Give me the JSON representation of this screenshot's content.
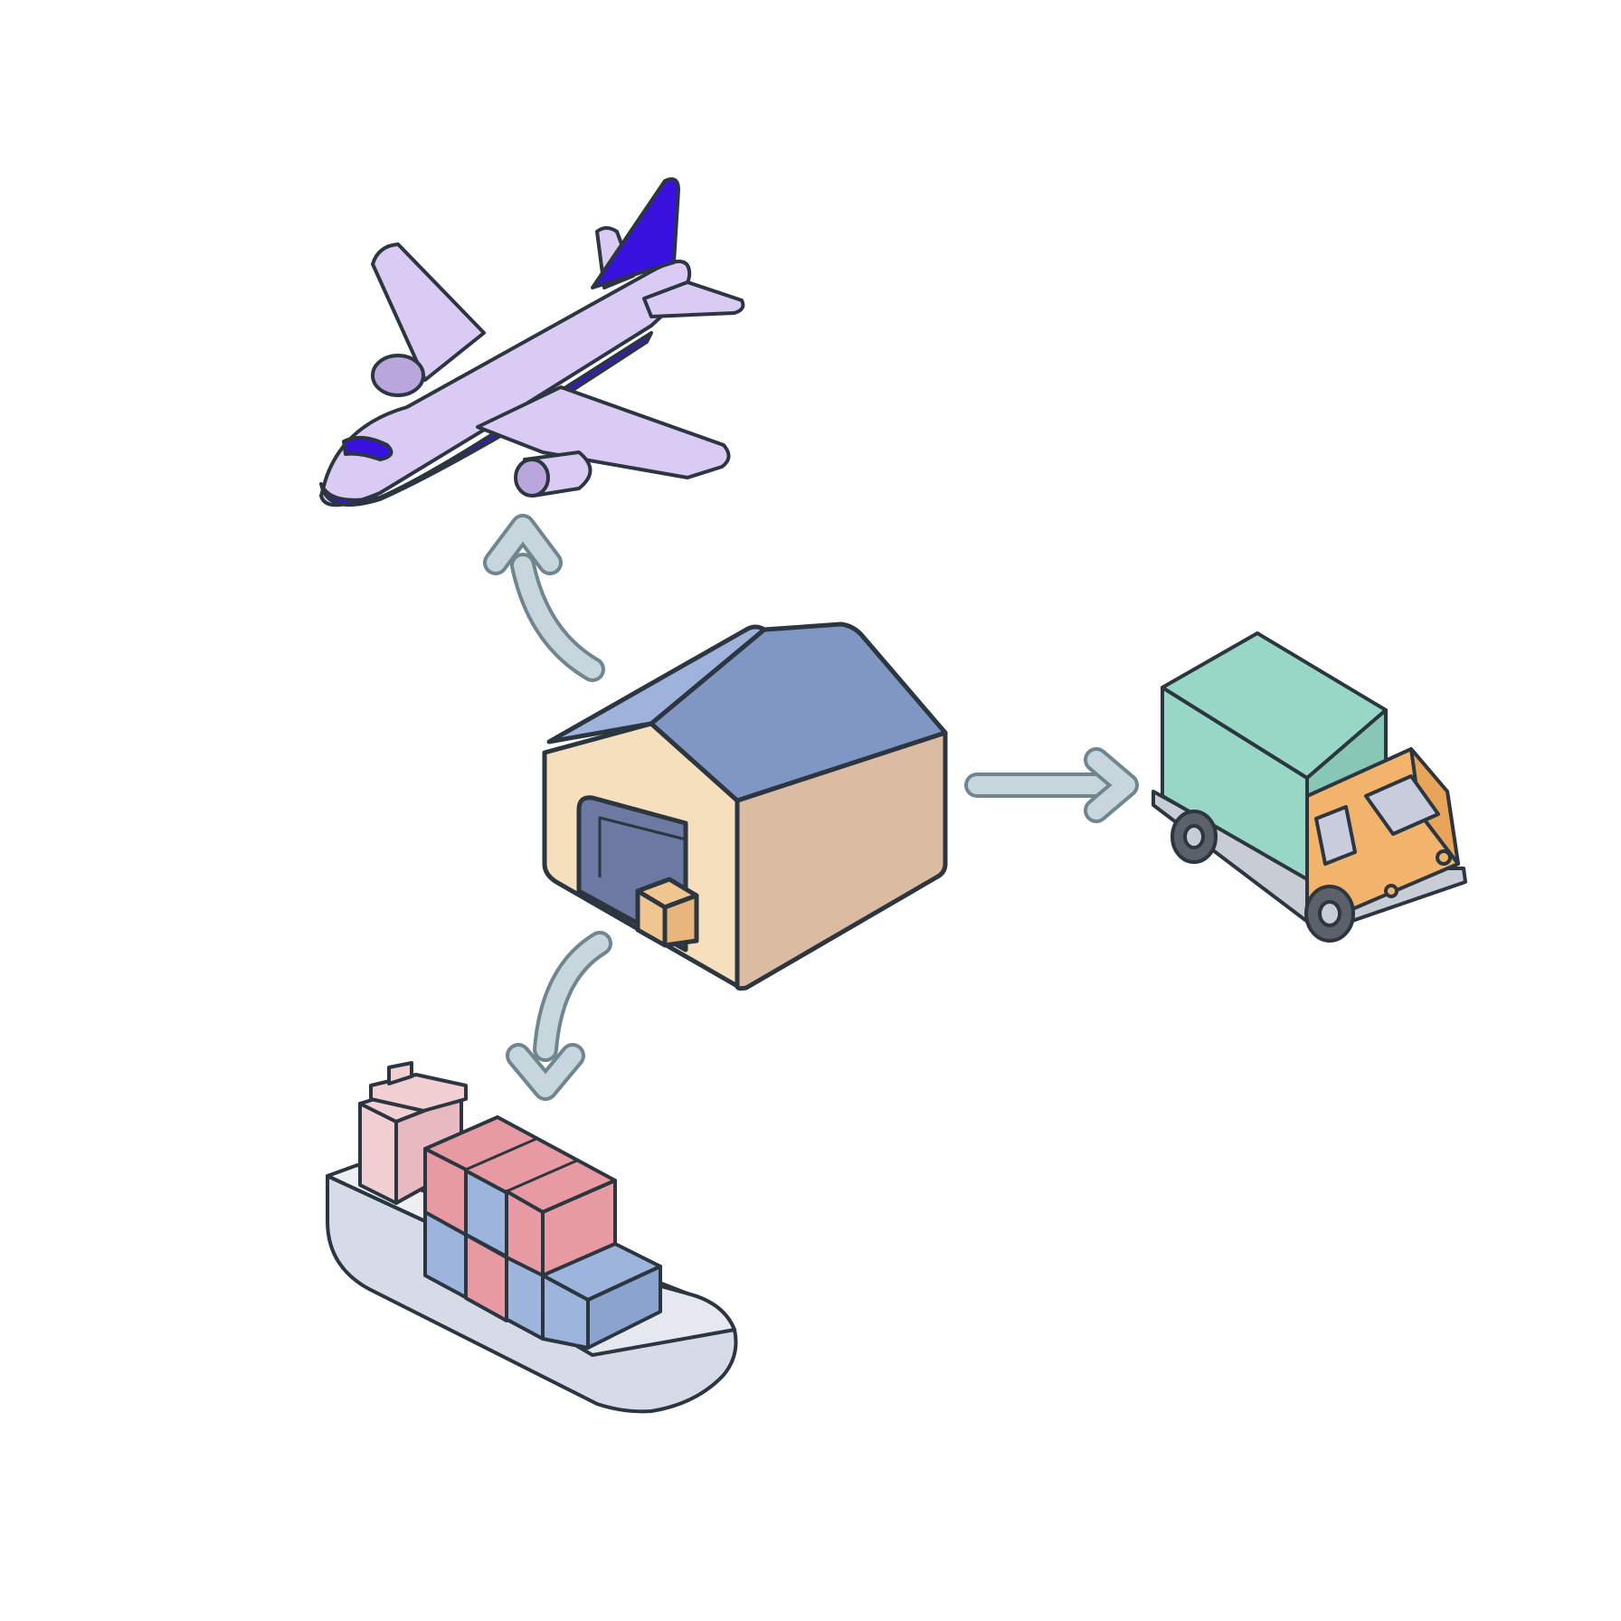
{
  "diagram": {
    "hub": {
      "icon": "warehouse-icon"
    },
    "destinations": [
      {
        "icon": "airplane-icon",
        "mode": "air"
      },
      {
        "icon": "delivery-truck-icon",
        "mode": "road"
      },
      {
        "icon": "container-ship-icon",
        "mode": "sea"
      }
    ],
    "edges": [
      {
        "from": "warehouse",
        "to": "airplane",
        "style": "curved-arrow"
      },
      {
        "from": "warehouse",
        "to": "truck",
        "style": "straight-arrow"
      },
      {
        "from": "warehouse",
        "to": "ship",
        "style": "curved-arrow"
      }
    ]
  },
  "colors": {
    "outline": "#2b3640",
    "arrow": "#c7d6dc",
    "arrow_outline": "#6f8590",
    "plane_body": "#dacbf5",
    "plane_accent": "#3a12e0",
    "roof_left": "#9fb2dc",
    "roof_right": "#8097c4",
    "wall_front": "#f6dfbd",
    "wall_side": "#dbbba1",
    "door": "#6d79a3",
    "box": "#f0c690",
    "truck_cargo": "#98d6c5",
    "truck_cab": "#f2b46c",
    "truck_window": "#c8ccdc",
    "wheel": "#5b6069",
    "hull": "#d6dbe7",
    "container_red": "#e89aa2",
    "container_blue": "#9db5dc",
    "bridge": "#f2cfd3"
  }
}
